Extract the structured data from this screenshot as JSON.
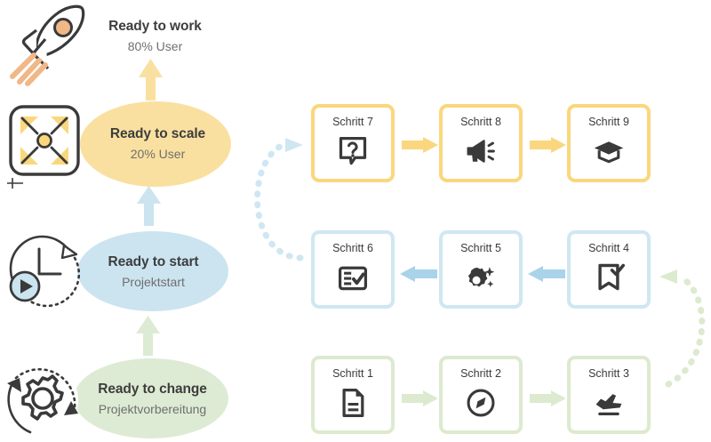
{
  "theme": {
    "amber": "#fad77e",
    "amber_fill": "#fae0a0",
    "blue": "#cfe7f2",
    "blue_fill": "#cbe4f0",
    "green": "#dceacf",
    "green_fill": "#ddebd4",
    "ink": "#3a3a3a",
    "muted": "#6f6f6f",
    "peach": "#f0b787",
    "white": "#ffffff"
  },
  "stages": [
    {
      "id": "ready-to-work",
      "title": "Ready to work",
      "subtitle": "80% User",
      "icon": "rocket-icon",
      "color": "#fae0a0",
      "has_ellipse": false
    },
    {
      "id": "ready-to-scale",
      "title": "Ready to scale",
      "subtitle": "20% User",
      "icon": "expand-arrows-icon",
      "color": "#fae0a0",
      "has_ellipse": true
    },
    {
      "id": "ready-to-start",
      "title": "Ready to start",
      "subtitle": "Projektstart",
      "icon": "clock-play-icon",
      "color": "#cbe4f0",
      "has_ellipse": true
    },
    {
      "id": "ready-to-change",
      "title": "Ready to change",
      "subtitle": "Projektvorbereitung",
      "icon": "gear-refresh-icon",
      "color": "#ddebd4",
      "has_ellipse": true
    }
  ],
  "stage_connectors": [
    {
      "id": "change-to-start",
      "color": "#ddebd4",
      "direction": "up"
    },
    {
      "id": "start-to-scale",
      "color": "#cbe4f0",
      "direction": "up"
    },
    {
      "id": "scale-to-work",
      "color": "#fae0a0",
      "direction": "up"
    }
  ],
  "steps": {
    "rows": [
      {
        "id": "row-top",
        "color": "#fad77e",
        "theme": "amber",
        "direction": "left-to-right",
        "cards": [
          {
            "label": "Schritt 7",
            "icon": "question-bubble-icon"
          },
          {
            "label": "Schritt 8",
            "icon": "megaphone-icon"
          },
          {
            "label": "Schritt 9",
            "icon": "graduation-cap-icon"
          }
        ]
      },
      {
        "id": "row-middle",
        "color": "#cfe7f2",
        "theme": "blue",
        "direction": "right-to-left",
        "cards": [
          {
            "label": "Schritt 6",
            "icon": "checklist-icon"
          },
          {
            "label": "Schritt 5",
            "icon": "gear-sparkle-icon"
          },
          {
            "label": "Schritt 4",
            "icon": "bookmark-check-icon"
          }
        ]
      },
      {
        "id": "row-bottom",
        "color": "#dceacf",
        "theme": "green",
        "direction": "left-to-right",
        "cards": [
          {
            "label": "Schritt 1",
            "icon": "document-icon"
          },
          {
            "label": "Schritt 2",
            "icon": "compass-icon"
          },
          {
            "label": "Schritt 3",
            "icon": "airplane-takeoff-icon"
          }
        ]
      }
    ],
    "curved_connectors": [
      {
        "id": "bottom-to-middle-curve",
        "color": "#dceacf",
        "side": "right",
        "style": "dotted"
      },
      {
        "id": "middle-to-top-curve",
        "color": "#cfe7f2",
        "side": "left",
        "style": "dotted"
      }
    ]
  }
}
